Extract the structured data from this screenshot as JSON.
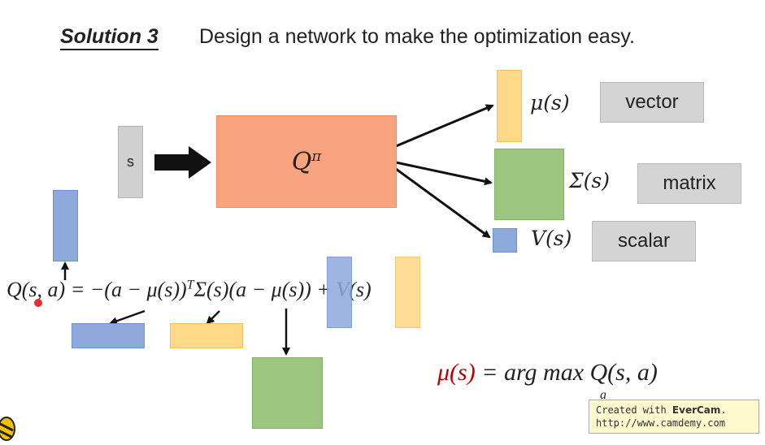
{
  "title": {
    "label": "Solution 3",
    "text": "Design a network to make the optimization easy."
  },
  "network": {
    "input": "s",
    "block": "Q",
    "block_sup": "π"
  },
  "outputs": {
    "mu": "μ(s)",
    "sigma": "Σ(s)",
    "v": "V(s)",
    "mu_tag": "vector",
    "sigma_tag": "matrix",
    "v_tag": "scalar"
  },
  "formula": {
    "main": "Q(s, a) = −(a − μ(s))",
    "sup": "T",
    "rest": "Σ(s)(a − μ(s)) + V(s)"
  },
  "argmax": {
    "mu": "μ(s)",
    "rest": "= arg max Q(s, a)",
    "sub": "a"
  },
  "watermark": {
    "line1_prefix": "Created with ",
    "line1_brand": "EverCam",
    "line1_suffix": ".",
    "line2": "http://www.camdemy.com"
  },
  "colors": {
    "blue": "#8ea9dc",
    "yellow": "#ffd888",
    "green": "#9cc680",
    "orange": "#f8a57f",
    "gray": "#d0d0d0",
    "red": "#c00000"
  }
}
